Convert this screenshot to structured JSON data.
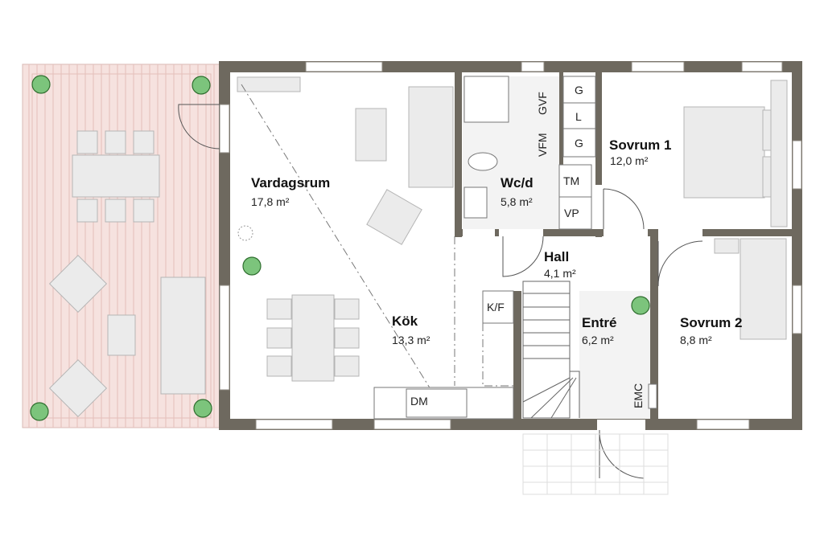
{
  "rooms": {
    "vardagsrum": {
      "name": "Vardagsrum",
      "area": "17,8 m²"
    },
    "kok": {
      "name": "Kök",
      "area": "13,3 m²"
    },
    "wcd": {
      "name": "Wc/d",
      "area": "5,8 m²"
    },
    "sovrum1": {
      "name": "Sovrum 1",
      "area": "12,0 m²"
    },
    "hall": {
      "name": "Hall",
      "area": "4,1 m²"
    },
    "entre": {
      "name": "Entré",
      "area": "6,2 m²"
    },
    "sovrum2": {
      "name": "Sovrum 2",
      "area": "8,8 m²"
    }
  },
  "labels": {
    "gvf": "GVF",
    "vfm": "VFM",
    "g1": "G",
    "l": "L",
    "g2": "G",
    "tm": "TM",
    "vp": "VP",
    "kf": "K/F",
    "dm": "DM",
    "emc": "EMC"
  },
  "colors": {
    "wall": "#6e695f",
    "deck": "#f6e2df",
    "plant": "#7cc47c"
  }
}
